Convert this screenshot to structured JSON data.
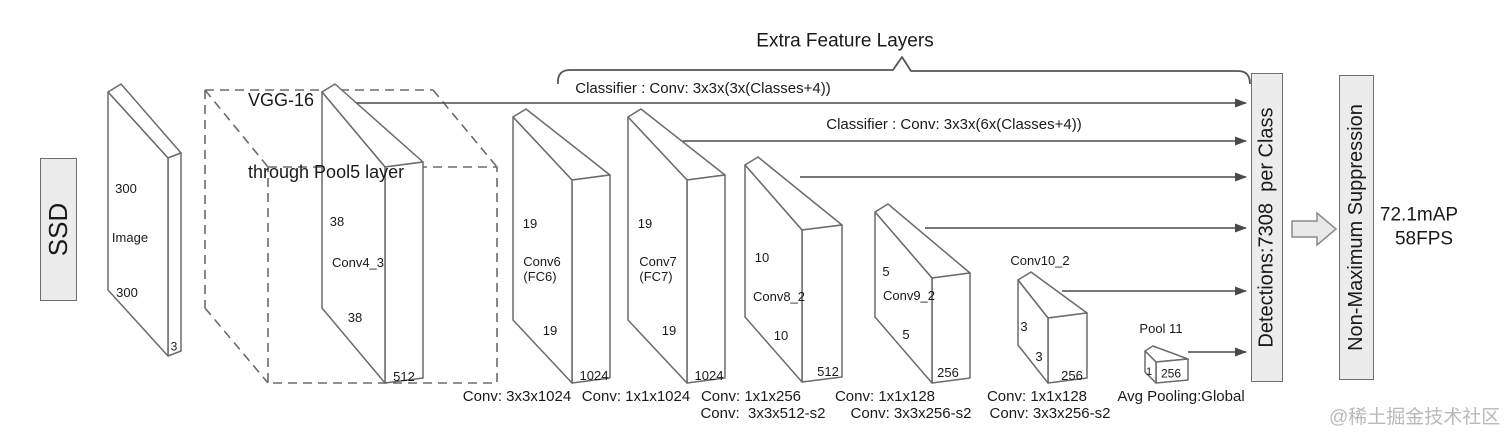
{
  "colors": {
    "box_fill": "#ececec",
    "line": "#6b6b6b",
    "text": "#1a1a1a",
    "watermark": "#b9b9b9"
  },
  "diagram": {
    "ssd": "SSD",
    "vgg_line1": "VGG-16",
    "vgg_line2": "through Pool5 layer",
    "extra": "Extra Feature Layers",
    "classifier_3x": "Classifier : Conv: 3x3x(3x(Classes+4))",
    "classifier_6x": "Classifier : Conv: 3x3x(6x(Classes+4))",
    "detections": "Detections:7308  per Class",
    "nms": "Non-Maximum Suppression",
    "result_map": "72.1mAP",
    "result_fps": "58FPS",
    "watermark": "@稀土掘金技术社区"
  },
  "layers": {
    "image": {
      "h": "300",
      "label": "Image",
      "w": "300",
      "d": "3"
    },
    "conv4_3": {
      "h": "38",
      "label": "Conv4_3",
      "w": "38",
      "d": "512"
    },
    "conv6": {
      "h": "19",
      "label": "Conv6",
      "label2": "(FC6)",
      "w": "19",
      "d": "1024",
      "op1": "Conv: 3x3x1024"
    },
    "conv7": {
      "h": "19",
      "label": "Conv7",
      "label2": "(FC7)",
      "w": "19",
      "d": "1024",
      "op1": "Conv: 1x1x1024"
    },
    "conv8_2": {
      "h": "10",
      "label": "Conv8_2",
      "w": "10",
      "d": "512",
      "op1": "Conv: 1x1x256",
      "op2": "Conv:  3x3x512-s2"
    },
    "conv9_2": {
      "h": "5",
      "label": "Conv9_2",
      "w": "5",
      "d": "256",
      "op1": "Conv: 1x1x128",
      "op2": "Conv: 3x3x256-s2"
    },
    "conv10_2": {
      "label": "Conv10_2",
      "h": "3",
      "w": "3",
      "d": "256",
      "op1": "Conv: 1x1x128",
      "op2": "Conv: 3x3x256-s2"
    },
    "pool11": {
      "label": "Pool 11",
      "h": "1",
      "d": "256",
      "op1": "Avg Pooling:Global"
    }
  }
}
